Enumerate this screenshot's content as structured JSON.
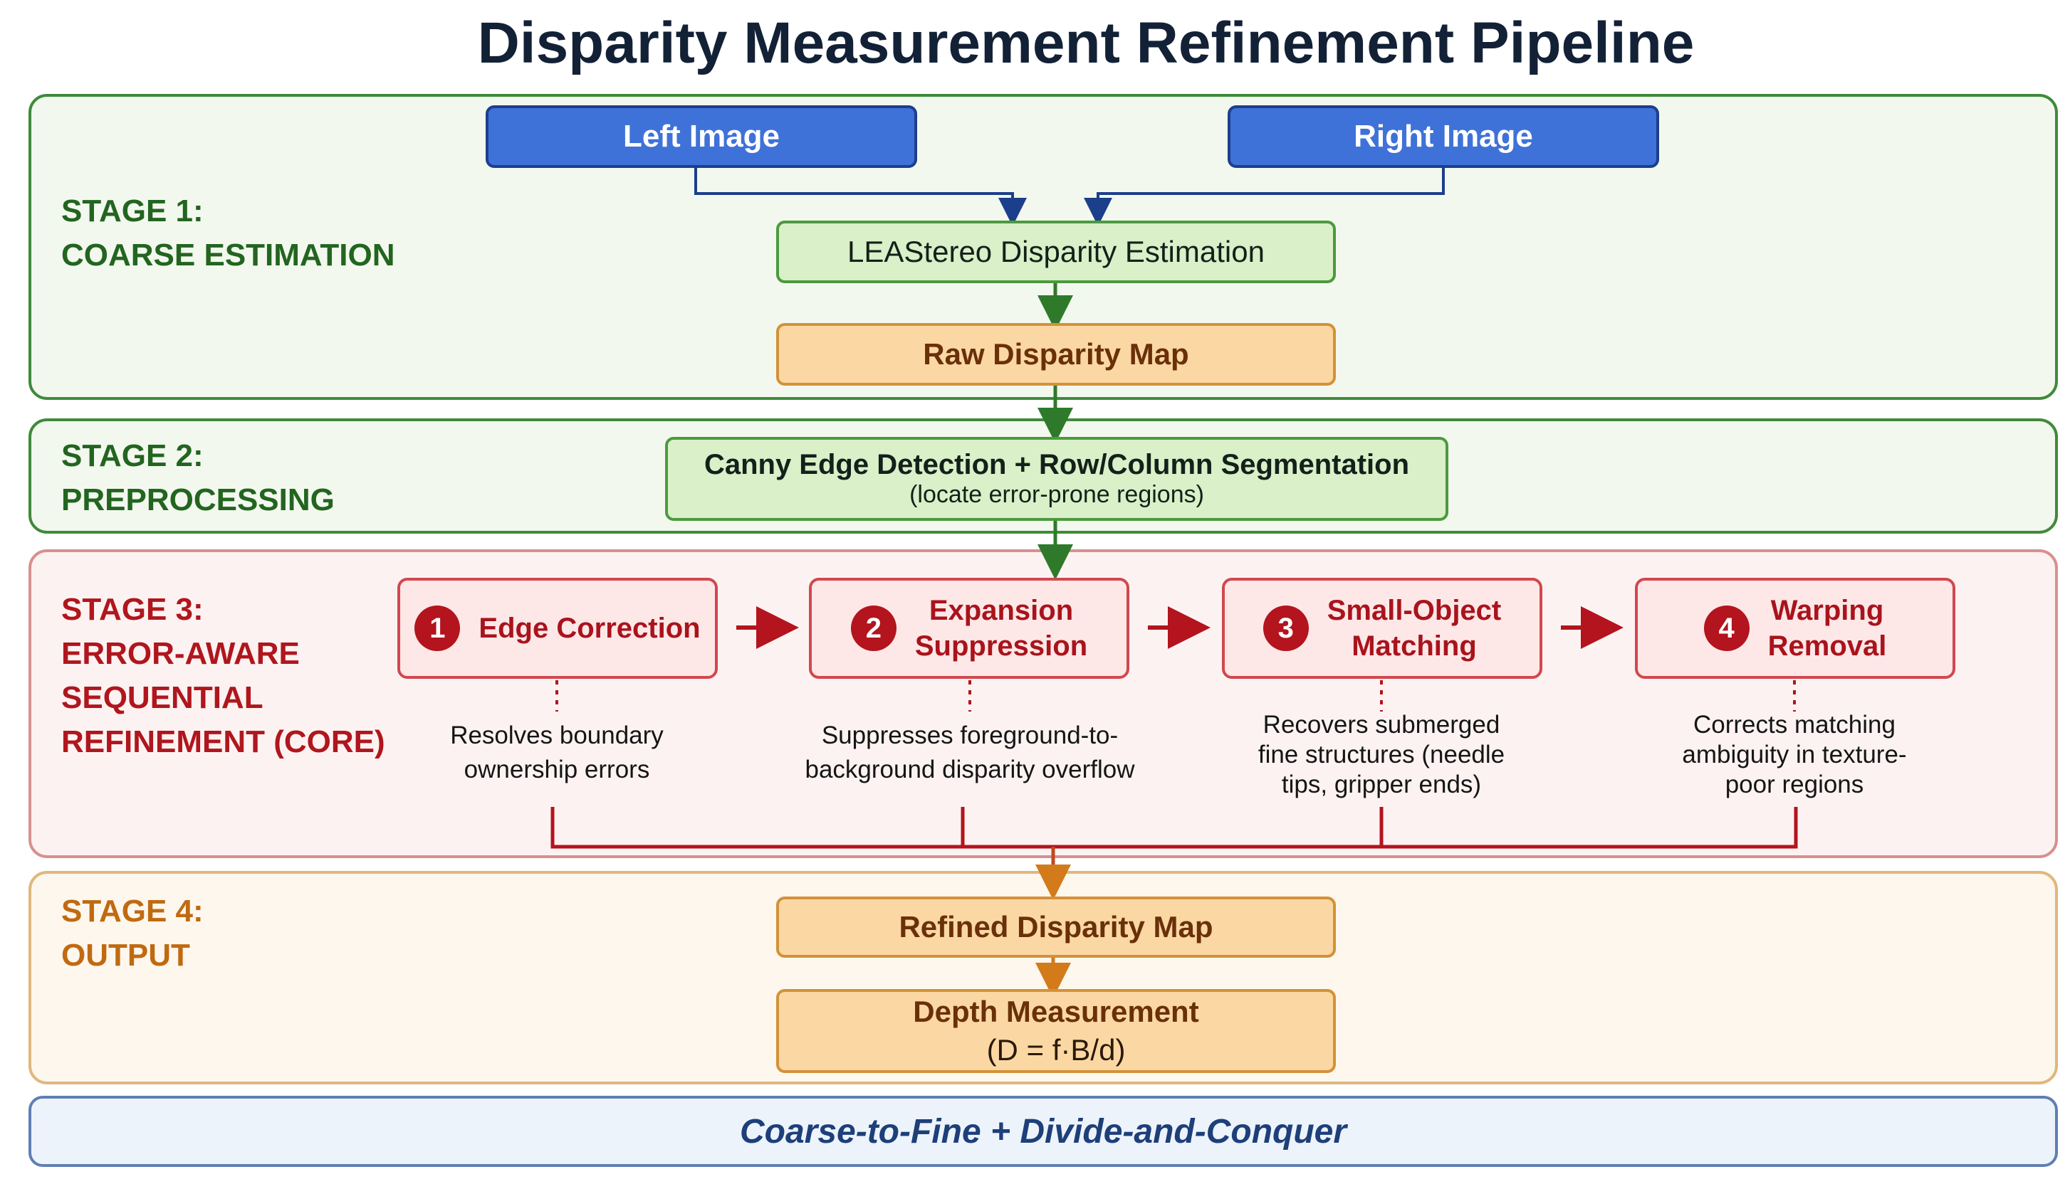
{
  "title": "Disparity Measurement Refinement Pipeline",
  "stages": {
    "s1": {
      "line1": "STAGE 1:",
      "line2": "COARSE ESTIMATION"
    },
    "s2": {
      "line1": "STAGE 2:",
      "line2": "PREPROCESSING"
    },
    "s3": {
      "line1": "STAGE 3:",
      "line2": "ERROR-AWARE",
      "line3": "SEQUENTIAL",
      "line4": "REFINEMENT (CORE)"
    },
    "s4": {
      "line1": "STAGE 4:",
      "line2": "OUTPUT"
    }
  },
  "nodes": {
    "left_image": "Left Image",
    "right_image": "Right Image",
    "leastereo": "LEAStereo Disparity Estimation",
    "raw_map": "Raw Disparity Map",
    "canny": "Canny Edge Detection + Row/Column Segmentation",
    "canny_sub": "(locate error-prone regions)",
    "refined_map": "Refined Disparity Map",
    "depth": "Depth Measurement",
    "depth_sub": "(D = f·B/d)"
  },
  "steps": [
    {
      "num": "1",
      "line1": "Edge Correction",
      "line2": "",
      "desc1": "Resolves boundary",
      "desc2": "ownership errors",
      "desc3": ""
    },
    {
      "num": "2",
      "line1": "Expansion",
      "line2": "Suppression",
      "desc1": "Suppresses foreground-to-",
      "desc2": "background disparity overflow",
      "desc3": ""
    },
    {
      "num": "3",
      "line1": "Small-Object",
      "line2": "Matching",
      "desc1": "Recovers submerged",
      "desc2": "fine structures (needle",
      "desc3": "tips, gripper ends)"
    },
    {
      "num": "4",
      "line1": "Warping",
      "line2": "Removal",
      "desc1": "Corrects matching",
      "desc2": "ambiguity in texture-",
      "desc3": "poor regions"
    }
  ],
  "footer": "Coarse-to-Fine + Divide-and-Conquer",
  "colors": {
    "green": "#3f8a3a",
    "red": "#b3141d",
    "orange": "#d37a1a",
    "blue": "#1c3f8c"
  }
}
